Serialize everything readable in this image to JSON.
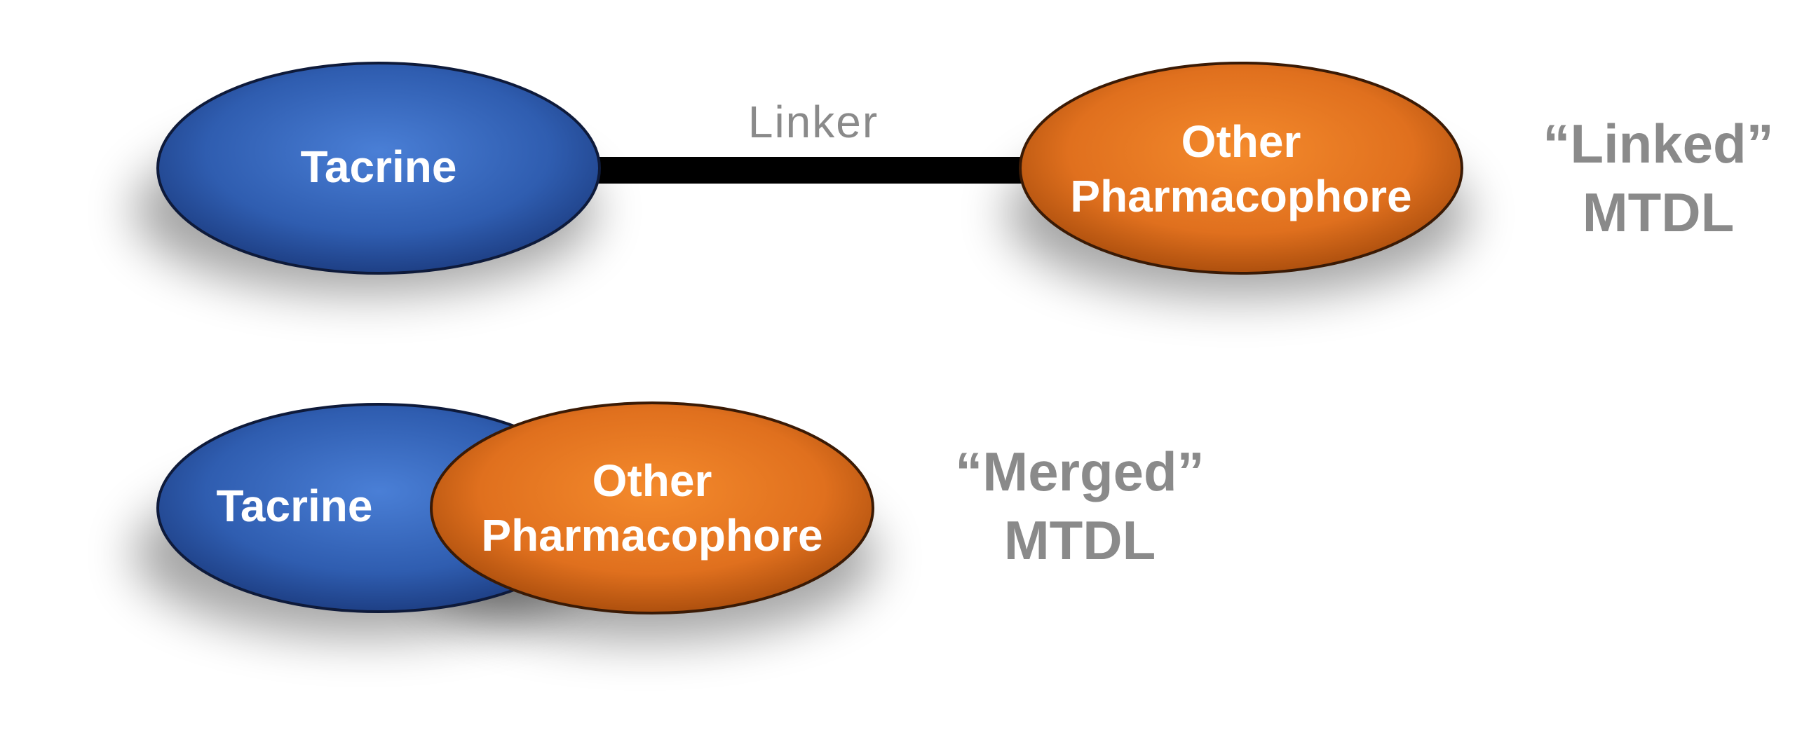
{
  "linked": {
    "tacrine_label": "Tacrine",
    "linker_label": "Linker",
    "other_line1": "Other",
    "other_line2": "Pharmacophore",
    "caption_line1": "“Linked”",
    "caption_line2": "MTDL"
  },
  "merged": {
    "tacrine_label": "Tacrine",
    "other_line1": "Other",
    "other_line2": "Pharmacophore",
    "caption_line1": "“Merged”",
    "caption_line2": "MTDL"
  },
  "colors": {
    "tacrine_fill": "#2f5db0",
    "other_fill": "#e0701e",
    "linker_bar": "#000000",
    "caption_text": "#8a8a8a"
  }
}
